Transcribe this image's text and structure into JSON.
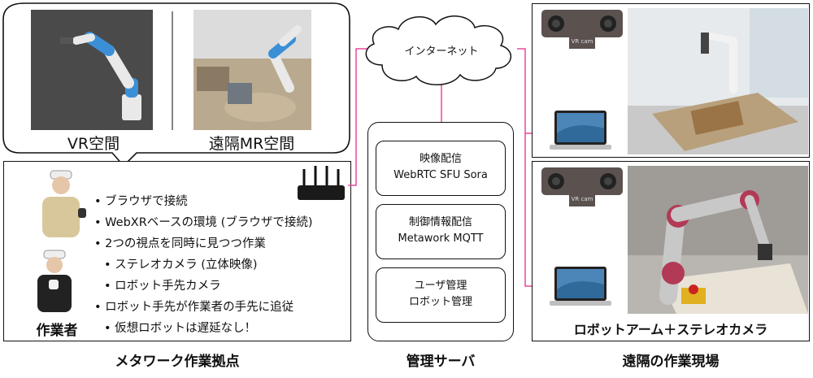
{
  "speech_bubble": {
    "vr_label": "VR空間",
    "mr_label": "遠隔MR空間"
  },
  "left_panel": {
    "operator_label": "作業者",
    "bullets": [
      "• ブラウザで接続",
      "• WebXRベースの環境 (ブラウザで接続)",
      "• 2つの視点を同時に見つつ作業",
      "• ステレオカメラ (立体映像)",
      "• ロボット手先カメラ",
      "• ロボット手先が作業者の手先に追従",
      "• 仮想ロボットは遅延なし！"
    ]
  },
  "internet": {
    "label": "インターネット"
  },
  "server": {
    "boxes": [
      {
        "line1": "映像配信",
        "line2": "WebRTC SFU Sora"
      },
      {
        "line1": "制御情報配信",
        "line2": "Metawork MQTT"
      },
      {
        "line1": "ユーザ管理",
        "line2": "ロボット管理"
      }
    ]
  },
  "right_panel": {
    "camera_brand": "VR cam",
    "bottom_label": "ロボットアーム＋ステレオカメラ"
  },
  "captions": {
    "left": "メタワーク作業拠点",
    "middle": "管理サーバ",
    "right": "遠隔の作業現場"
  },
  "colors": {
    "connector": "#e8489a",
    "robot_blue": "#3b8fd6"
  }
}
